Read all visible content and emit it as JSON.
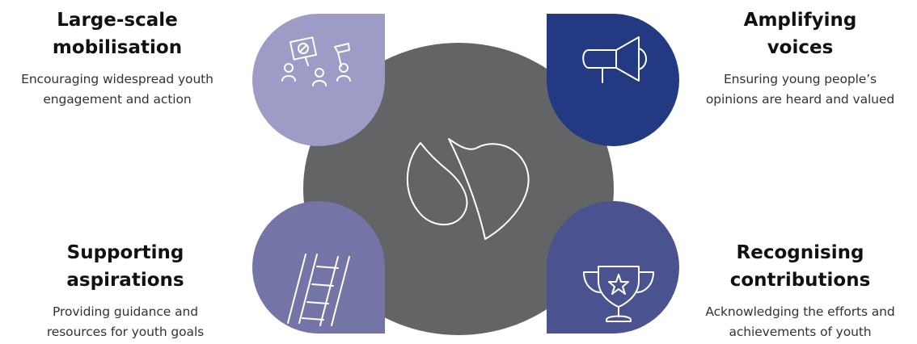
{
  "center": {
    "icon": "s-logo-icon",
    "color": "#636466"
  },
  "items": [
    {
      "id": "tl",
      "icon": "protest-crowd-icon",
      "color": "#9d9cc7",
      "title": [
        "Large-scale",
        "mobilisation"
      ],
      "description": [
        "Encouraging widespread youth",
        "engagement and action"
      ]
    },
    {
      "id": "tr",
      "icon": "megaphone-icon",
      "color": "#233a82",
      "title": [
        "Amplifying",
        "voices"
      ],
      "description": [
        "Ensuring young people’s",
        "opinions are heard and valued"
      ]
    },
    {
      "id": "bl",
      "icon": "ladder-icon",
      "color": "#7474a6",
      "title": [
        "Supporting",
        "aspirations"
      ],
      "description": [
        "Providing guidance and",
        "resources for youth goals"
      ]
    },
    {
      "id": "br",
      "icon": "trophy-icon",
      "color": "#4a538f",
      "title": [
        "Recognising",
        "contributions"
      ],
      "description": [
        "Acknowledging the efforts and",
        "achievements of youth"
      ]
    }
  ]
}
